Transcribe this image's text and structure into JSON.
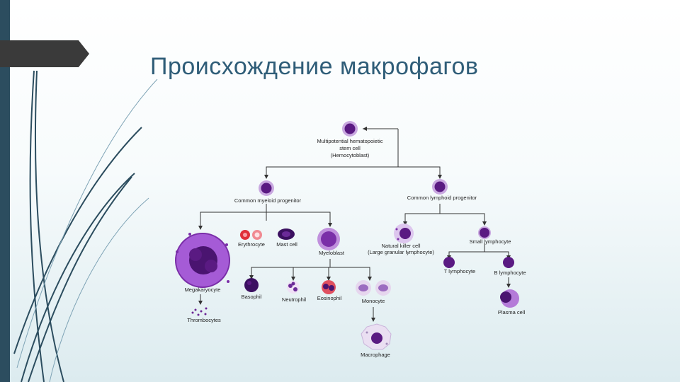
{
  "slide": {
    "title": "Происхождение макрофагов"
  },
  "diagram": {
    "stem_cell_line1": "Multipotential hematopoietic",
    "stem_cell_line2": "stem cell",
    "stem_cell_line3": "(Hemocytoblast)",
    "myeloid_progenitor": "Common myeloid progenitor",
    "lymphoid_progenitor": "Common lymphoid progenitor",
    "megakaryocyte": "Megakaryocyte",
    "thrombocytes": "Thrombocytes",
    "erythrocyte": "Erythrocyte",
    "mast_cell": "Mast cell",
    "myeloblast": "Myeloblast",
    "nk_cell_line1": "Natural killer cell",
    "nk_cell_line2": "(Large granular lymphocyte)",
    "small_lymphocyte": "Small lymphocyte",
    "t_lymphocyte": "T lymphocyte",
    "b_lymphocyte": "B lymphocyte",
    "plasma_cell": "Plasma cell",
    "basophil": "Basophil",
    "neutrophil": "Neutrophil",
    "eosinophil": "Eosinophil",
    "monocyte": "Monocyte",
    "macrophage": "Macrophage"
  },
  "colors": {
    "accent": "#2f5d78",
    "sidebar": "#2c4d5f",
    "cell_purple": "#7a2ea8",
    "nucleus": "#4a1470"
  }
}
